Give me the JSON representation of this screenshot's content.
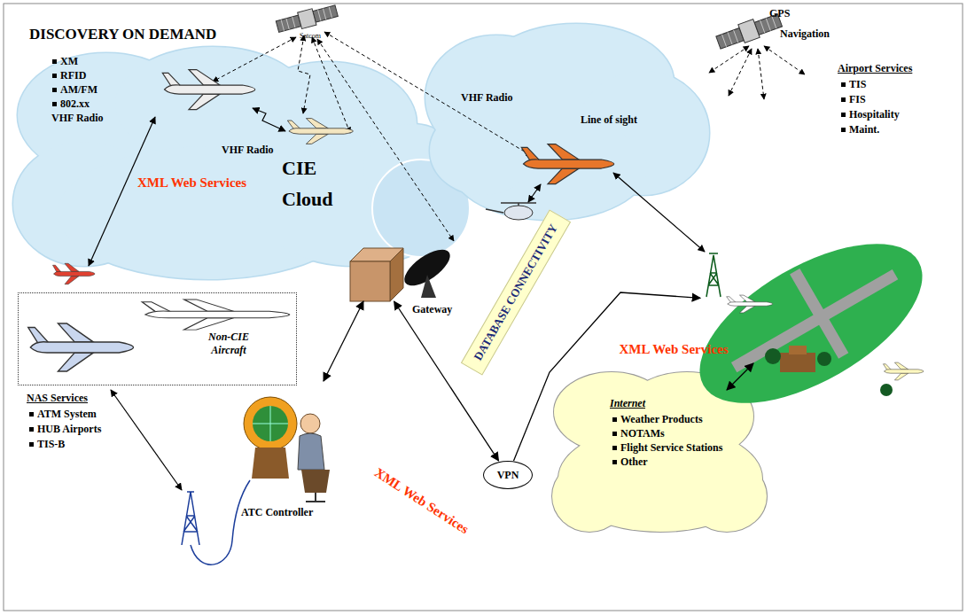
{
  "diagram": {
    "title": "DISCOVERY ON DEMAND",
    "nodes": [
      {
        "text": [
          "XM",
          "RFID",
          "AM/FM",
          "802.xx",
          "VHF Radio",
          "VHF Radio",
          "XML Web Services",
          "CIE Cloud"
        ]
      },
      {
        "text": [
          "VHF Radio",
          "Line of sight"
        ]
      },
      {
        "text": [
          "Airport Services",
          "TIS",
          "FIS",
          "Hospitality",
          "Maint."
        ]
      },
      {
        "text": [
          "Non-CIE Aircraft"
        ]
      },
      {
        "text": [
          "Gateway"
        ]
      },
      {
        "text": [
          "DATABASE CONNECTIVITY"
        ]
      },
      {
        "text": [
          "ATC Controller"
        ]
      },
      {
        "text": [
          "VPN"
        ]
      },
      {
        "text": [
          "Internet",
          "Weather Products",
          "NOTAMs",
          "Flight Service Stations",
          "Other"
        ]
      }
    ],
    "edges": [
      {
        "from": 6,
        "to": 4,
        "arrow": "both"
      },
      {
        "from": 4,
        "to": 7,
        "arrow": "both",
        "label": "XML Web Services"
      },
      {
        "from": 7,
        "to": 2,
        "arrow": "to"
      },
      {
        "from": 8,
        "to": 2,
        "arrow": "both",
        "label": "XML Web Services"
      }
    ],
    "labels": [
      "Satcom",
      "GPS",
      "Navigation",
      "NAS Services",
      "ATM System",
      "HUB Airports",
      "TIS-B"
    ]
  }
}
